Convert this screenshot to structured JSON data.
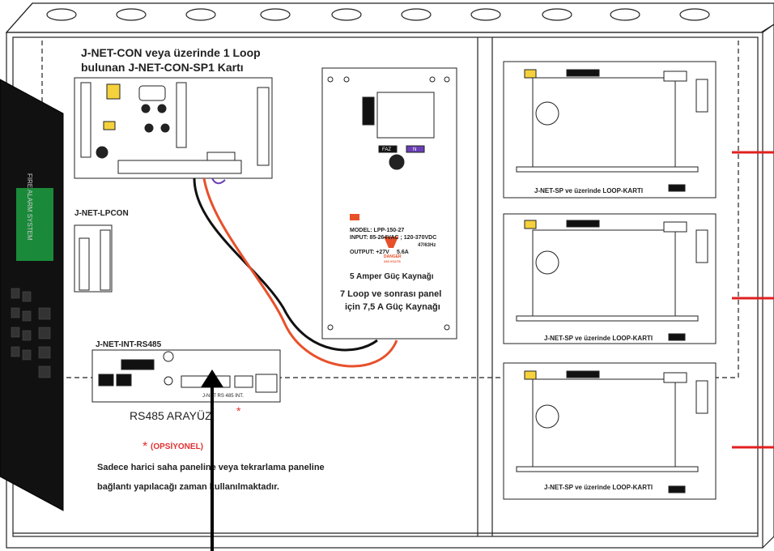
{
  "con_card": {
    "title_line1": "J-NET-CON veya üzerinde 1 Loop",
    "title_line2": "bulunan J-NET-CON-SP1 Kartı"
  },
  "lpcon": {
    "title": "J-NET-LPCON"
  },
  "rs485_card": {
    "title": "J-NET-INT-RS485",
    "board_text": "J-NET RS 485 INT.",
    "caption": "RS485 ARAYÜZ",
    "caption_mark": "*"
  },
  "optional": {
    "mark": "*",
    "label": "(OPSİYONEL)",
    "line1": "Sadece harici saha paneline veya tekrarlama paneline",
    "line2": "bağlantı yapılacağı zaman kullanılmaktadır."
  },
  "psu": {
    "model": "MODEL: LPP-150-27",
    "input": "INPUT: 85-264VAC ; 120-370VDC",
    "freq": "47/63Hz",
    "output": "OUTPUT: +27V",
    "current": "5.6A",
    "danger": "DANGER",
    "volts": "230 VOLTS",
    "caption1": "5 Amper Güç Kaynağı",
    "caption2": "7 Loop ve sonrası panel",
    "caption3": "için 7,5 A Güç Kaynağı",
    "terminal_faz": "FAZ",
    "terminal_n": "N"
  },
  "loop_cards": [
    {
      "label": "J-NET-SP ve üzerinde LOOP-KARTI"
    },
    {
      "label": "J-NET-SP ve üzerinde LOOP-KARTI"
    },
    {
      "label": "J-NET-SP ve üzerinde LOOP-KARTI"
    }
  ],
  "front_panel": {
    "brand": "FIRE ALARM SYSTEM"
  },
  "colors": {
    "red_wire": "#e8502a",
    "black_wire": "#111111",
    "purple_wire": "#6a3fb5",
    "display_green": "#1a8a3a",
    "connector_yellow": "#f5d23c",
    "red_bar": "#e02020"
  }
}
